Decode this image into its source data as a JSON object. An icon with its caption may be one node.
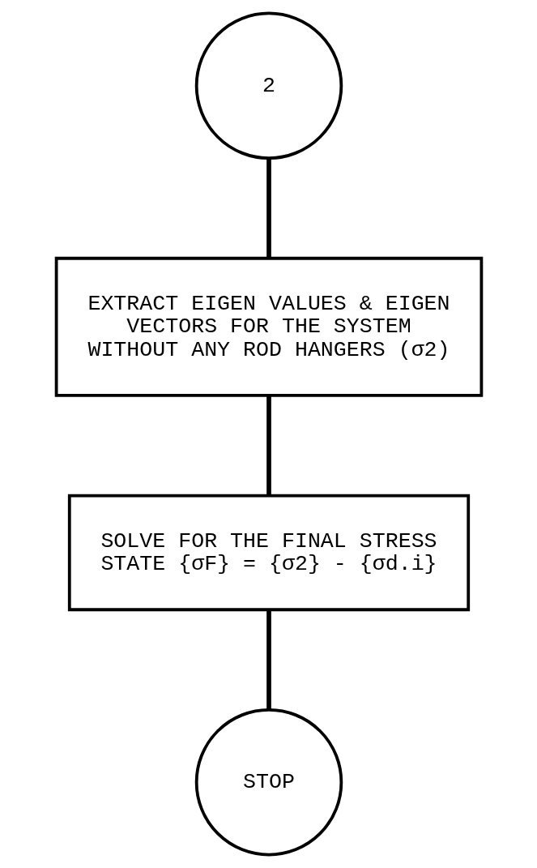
{
  "diagram": {
    "nodes": [
      {
        "text": [
          "2"
        ]
      },
      {
        "text": [
          "EXTRACT EIGEN VALUES & EIGEN VECTORS FOR THE SYSTEM WITHOUT ANY ROD HANGERS (σ2)"
        ]
      },
      {
        "text": [
          "SOLVE FOR THE FINAL STRESS STATE {σF} = {σ2} - {σd.i}"
        ]
      },
      {
        "text": [
          "STOP"
        ]
      }
    ],
    "edges": [
      {
        "from": 0,
        "to": 1,
        "arrow": "none"
      },
      {
        "from": 1,
        "to": 2,
        "arrow": "none"
      },
      {
        "from": 2,
        "to": 3,
        "arrow": "none"
      }
    ]
  }
}
